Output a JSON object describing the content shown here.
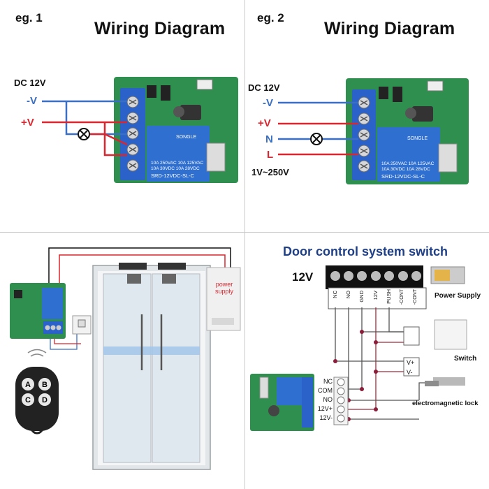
{
  "panel1": {
    "eg": "eg. 1",
    "title": "Wiring Diagram",
    "dc": "DC 12V",
    "neg": "-V",
    "pos": "+V"
  },
  "panel2": {
    "eg": "eg. 2",
    "title": "Wiring Diagram",
    "dc": "DC 12V",
    "neg": "-V",
    "pos": "+V",
    "n": "N",
    "l": "L",
    "range": "1V~250V"
  },
  "relay": {
    "brand": "SONGLE",
    "rating1": "10A 250VAC 10A 125VAC",
    "rating2": "10A 30VDC 10A 28VDC",
    "model": "SRD-12VDC-SL-C"
  },
  "panel3": {
    "power_supply": "power\nsupply",
    "remote_buttons": [
      "A",
      "B",
      "C",
      "D"
    ]
  },
  "panel4": {
    "title": "Door control system switch",
    "voltage": "12V",
    "terminals": [
      "NC",
      "NO",
      "GND",
      "12V",
      "PUSH",
      "-CONT",
      "-CONT"
    ],
    "power_supply": "Power Supply",
    "switch": "Switch",
    "lock": "electromagnetic lock",
    "vplus": "V+",
    "vminus": "V-",
    "relay_terms": [
      "NC",
      "COM",
      "NO",
      "12V+",
      "12V-"
    ]
  },
  "colors": {
    "blue": "#3a6fc4",
    "red": "#d9262f",
    "pcb_green": "#2f8f4e",
    "relay_blue": "#2f6fd0",
    "terminal_blue": "#2a62c9"
  }
}
